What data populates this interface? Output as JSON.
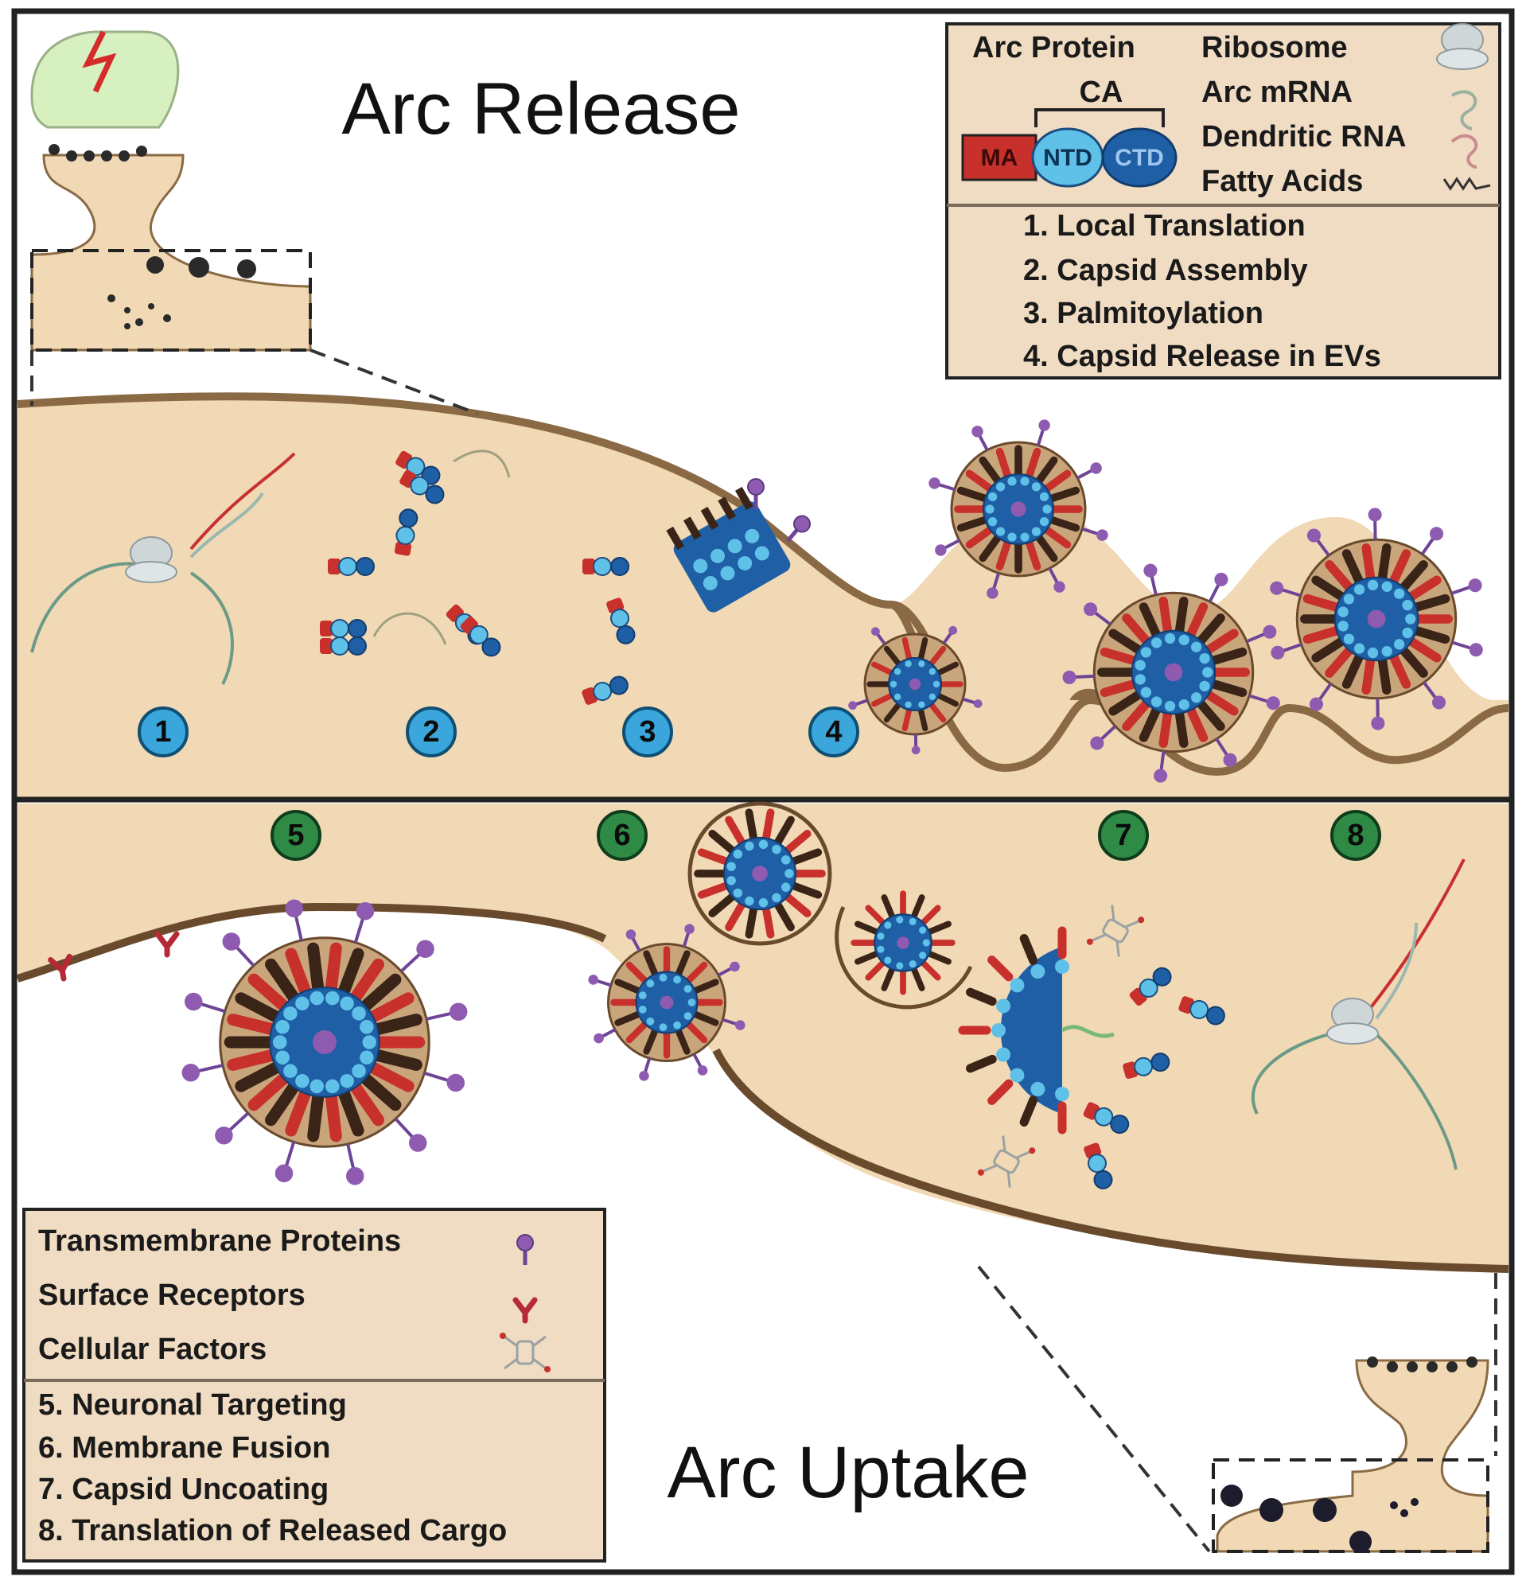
{
  "titles": {
    "release": "Arc Release",
    "uptake": "Arc Uptake"
  },
  "legend_top": {
    "arc_protein": "Arc Protein",
    "ca": "CA",
    "domains": {
      "ma": "MA",
      "ntd": "NTD",
      "ctd": "CTD"
    },
    "items": [
      "Ribosome",
      "Arc mRNA",
      "Dendritic RNA",
      "Fatty Acids"
    ],
    "steps": [
      "1. Local Translation",
      "2. Capsid Assembly",
      "3. Palmitoylation",
      "4. Capsid Release in EVs"
    ]
  },
  "legend_bottom": {
    "items": [
      "Transmembrane Proteins",
      "Surface Receptors",
      "Cellular Factors"
    ],
    "steps": [
      "5. Neuronal Targeting",
      "6. Membrane Fusion",
      "7. Capsid Uncoating",
      "8. Translation of Released Cargo"
    ]
  },
  "markers": {
    "release": [
      "1",
      "2",
      "3",
      "4"
    ],
    "uptake": [
      "5",
      "6",
      "7",
      "8"
    ]
  },
  "colors": {
    "cytoplasm": "#f2d9b5",
    "membrane": "#8a6a44",
    "ntd": "#5fc0e8",
    "ctd": "#1f5fa6",
    "ma": "#c8302c",
    "transmembrane": "#8e5bb0",
    "receptor": "#b52a36",
    "release_marker": "#3aa6dc",
    "uptake_marker": "#2f8a46"
  }
}
